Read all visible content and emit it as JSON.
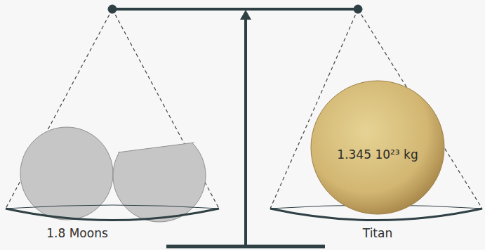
{
  "diagram": {
    "nodes": [
      {
        "text": [
          "1.345 10²³ kg"
        ]
      }
    ],
    "labels": [
      "1.8 Moons",
      "Titan"
    ]
  }
}
